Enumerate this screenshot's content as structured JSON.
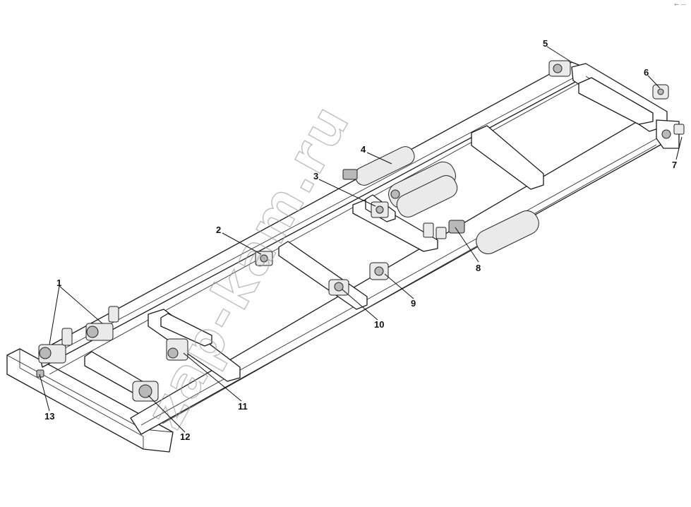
{
  "diagram": {
    "watermark": "zap-kam.ru",
    "corner_mark": "← —",
    "callouts": [
      {
        "id": "c1",
        "label": "1"
      },
      {
        "id": "c2",
        "label": "2"
      },
      {
        "id": "c3",
        "label": "3"
      },
      {
        "id": "c4",
        "label": "4"
      },
      {
        "id": "c5",
        "label": "5"
      },
      {
        "id": "c6",
        "label": "6"
      },
      {
        "id": "c7",
        "label": "7"
      },
      {
        "id": "c8",
        "label": "8"
      },
      {
        "id": "c9",
        "label": "9"
      },
      {
        "id": "c10",
        "label": "10"
      },
      {
        "id": "c11",
        "label": "11"
      },
      {
        "id": "c12",
        "label": "12"
      },
      {
        "id": "c13",
        "label": "13"
      }
    ]
  }
}
